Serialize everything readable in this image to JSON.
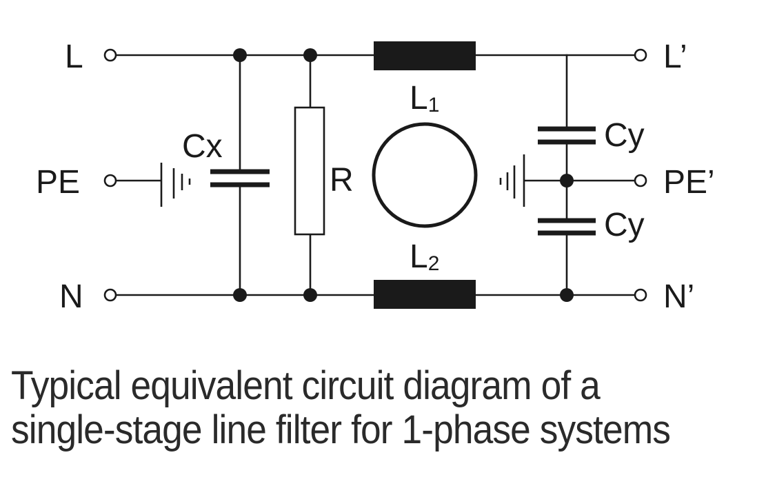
{
  "terminals_in": {
    "line": "L",
    "protective_earth": "PE",
    "neutral": "N"
  },
  "terminals_out": {
    "line": "L’",
    "protective_earth": "PE’",
    "neutral": "N’"
  },
  "components": {
    "capacitor_x": "Cx",
    "resistor": "R",
    "inductor_1": {
      "letter": "L",
      "subscript": "1"
    },
    "inductor_2": {
      "letter": "L",
      "subscript": "2"
    },
    "capacitor_y_top": "Cy",
    "capacitor_y_bottom": "Cy"
  },
  "caption": "Typical equivalent circuit diagram of a single-stage line filter for 1-phase systems"
}
